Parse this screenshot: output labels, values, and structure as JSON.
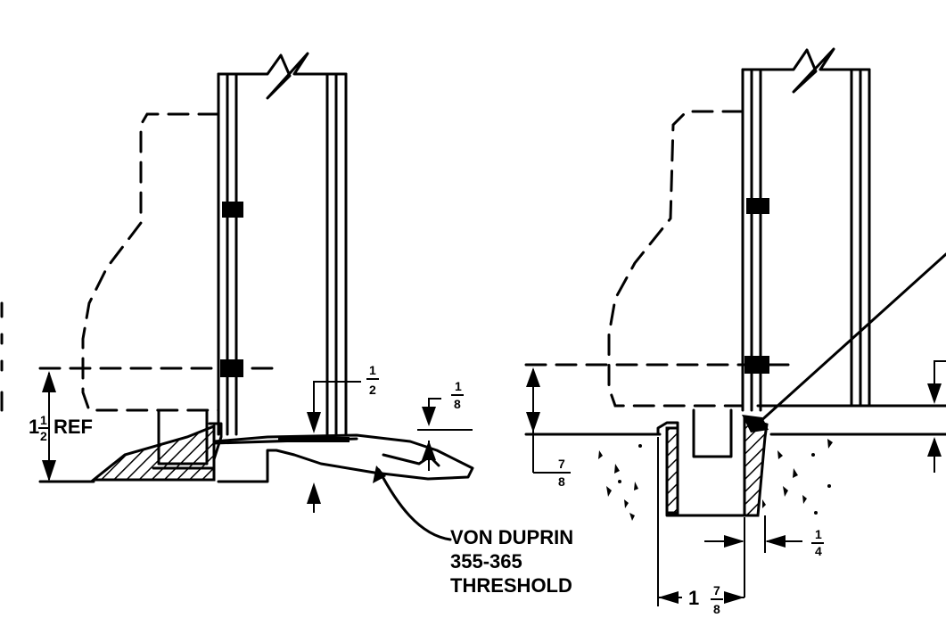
{
  "labels": {
    "left_ref_whole": "1",
    "left_ref_num": "1",
    "left_ref_den": "2",
    "left_ref_suffix": "REF",
    "half_num": "1",
    "half_den": "2",
    "eighth_num": "1",
    "eighth_den": "8",
    "product_line1": "VON DUPRIN",
    "product_line2": "355-365",
    "product_line3": "THRESHOLD",
    "seven_eighths_num": "7",
    "seven_eighths_den": "8",
    "quarter_num": "1",
    "quarter_den": "4",
    "width_whole": "1",
    "width_num": "7",
    "width_den": "8"
  }
}
